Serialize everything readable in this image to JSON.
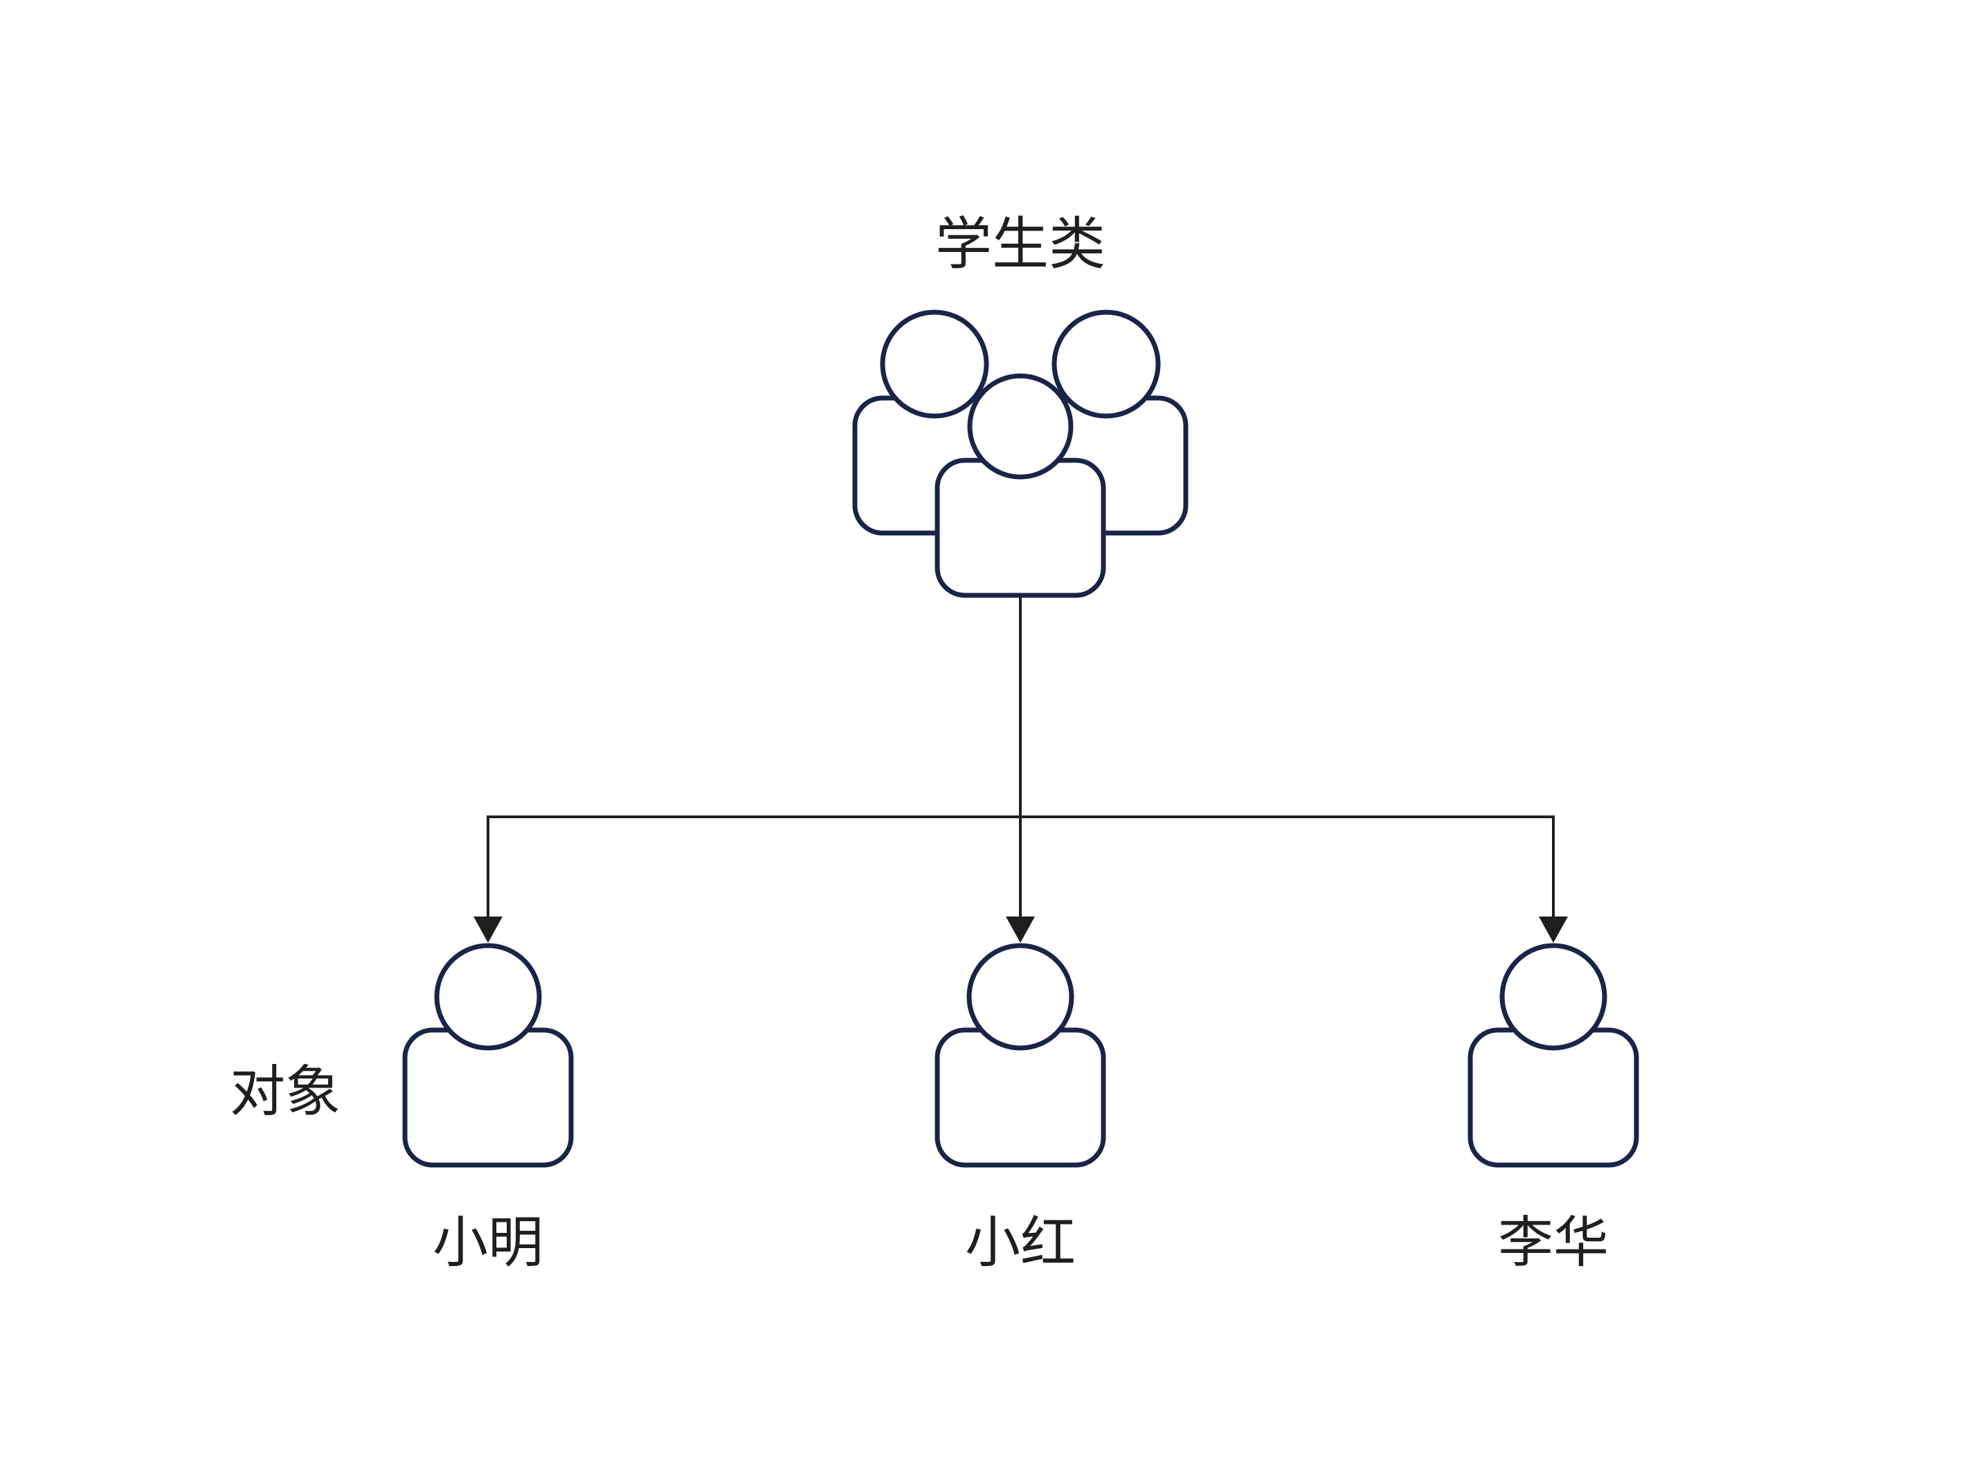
{
  "colors": {
    "background": "#ffffff",
    "icon_stroke": "#1b2347",
    "connector": "#1f1f1f",
    "text": "#1f1f1f"
  },
  "diagram": {
    "class_label": "学生类",
    "side_label": "对象",
    "class_icon": "group-of-people-icon",
    "instance_icon": "person-icon",
    "instances": [
      {
        "name": "小明"
      },
      {
        "name": "小红"
      },
      {
        "name": "李华"
      }
    ]
  }
}
